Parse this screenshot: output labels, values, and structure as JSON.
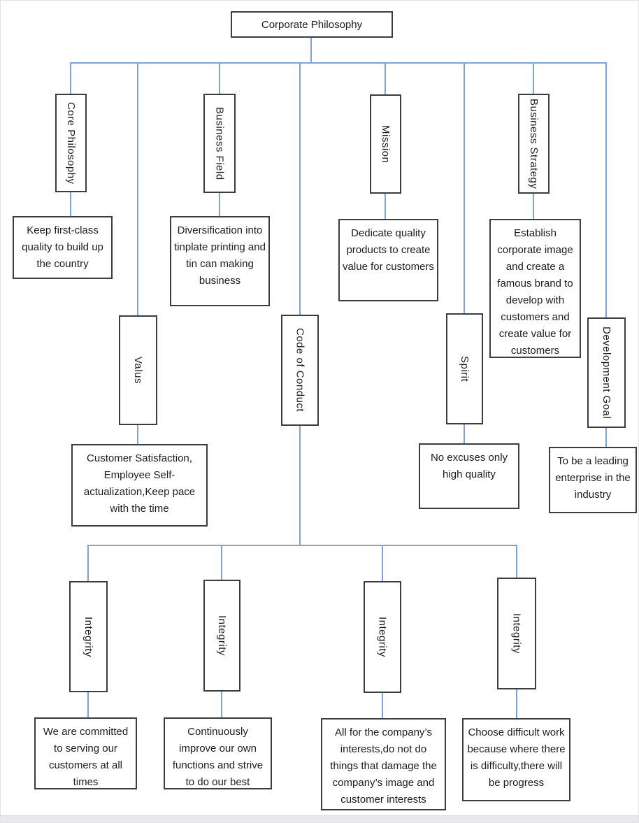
{
  "colors": {
    "connector": "#7ea3d4",
    "box_border": "#3d3d3d",
    "text": "#1c1c1c",
    "page_border": "#e3e3e5",
    "footer_bar": "#e9e9eb"
  },
  "nodes": {
    "root": "Corporate Philosophy",
    "core_philosophy": "Core Philosophy",
    "core_philosophy_desc": "Keep first-class quality to build up the country",
    "business_field": "Business Field",
    "business_field_desc": "Diversification into tinplate printing and tin can making business",
    "mission": "Mission",
    "mission_desc": "Dedicate quality products to create value for customers",
    "business_strategy": "Business Strategy",
    "business_strategy_desc": "Establish corporate image and create a famous brand to develop with customers and create value for customers",
    "valus": "Valus",
    "valus_desc": "Customer Satisfaction, Employee Self-actualization,Keep pace with the time",
    "code_of_conduct": "Code of Conduct",
    "spirit": "Spirit",
    "spirit_desc": "No excuses only high quality",
    "development_goal": "Development Goal",
    "development_goal_desc": "To be a leading enterprise in the industry",
    "integrity_1": "Integrity",
    "integrity_1_desc": "We are committed to serving our customers at all times",
    "integrity_2": "Integrity",
    "integrity_2_desc": "Continuously improve our own functions and strive to do our best",
    "integrity_3": "Integrity",
    "integrity_3_desc": "All for the company’s interests,do not do things that damage the company’s image and customer interests",
    "integrity_4": "Integrity",
    "integrity_4_desc": "Choose difficult work because where there is difficulty,there will be progress"
  }
}
